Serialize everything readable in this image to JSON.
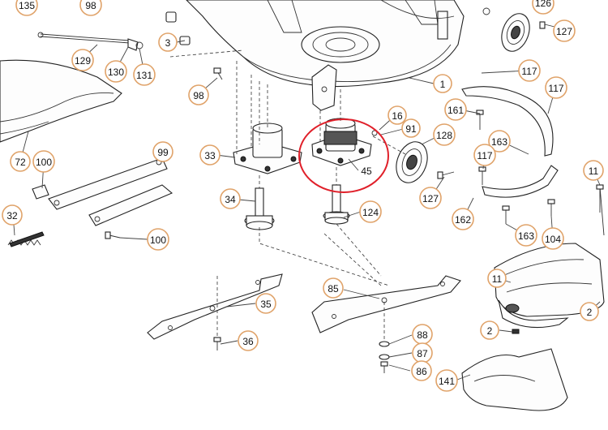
{
  "diagram": {
    "callouts": [
      {
        "id": "c135a",
        "label": "135"
      },
      {
        "id": "c98a",
        "label": "98"
      },
      {
        "id": "c3",
        "label": "3"
      },
      {
        "id": "c126",
        "label": "126"
      },
      {
        "id": "c127a",
        "label": "127"
      },
      {
        "id": "c129",
        "label": "129"
      },
      {
        "id": "c130",
        "label": "130"
      },
      {
        "id": "c131",
        "label": "131"
      },
      {
        "id": "c98b",
        "label": "98"
      },
      {
        "id": "c1",
        "label": "1"
      },
      {
        "id": "c117a",
        "label": "117"
      },
      {
        "id": "c117b",
        "label": "117"
      },
      {
        "id": "c161",
        "label": "161"
      },
      {
        "id": "c16",
        "label": "16"
      },
      {
        "id": "c91",
        "label": "91"
      },
      {
        "id": "c128",
        "label": "128"
      },
      {
        "id": "c163a",
        "label": "163"
      },
      {
        "id": "c117c",
        "label": "117"
      },
      {
        "id": "c72",
        "label": "72"
      },
      {
        "id": "c100a",
        "label": "100"
      },
      {
        "id": "c99",
        "label": "99"
      },
      {
        "id": "c33",
        "label": "33"
      },
      {
        "id": "c45",
        "label": "45"
      },
      {
        "id": "c11a",
        "label": "11"
      },
      {
        "id": "c127b",
        "label": "127"
      },
      {
        "id": "c34",
        "label": "34"
      },
      {
        "id": "c124",
        "label": "124"
      },
      {
        "id": "c162",
        "label": "162"
      },
      {
        "id": "c163b",
        "label": "163"
      },
      {
        "id": "c104",
        "label": "104"
      },
      {
        "id": "c32",
        "label": "32"
      },
      {
        "id": "c100b",
        "label": "100"
      },
      {
        "id": "c11b",
        "label": "11"
      },
      {
        "id": "c35",
        "label": "35"
      },
      {
        "id": "c85",
        "label": "85"
      },
      {
        "id": "c2a",
        "label": "2"
      },
      {
        "id": "c2b",
        "label": "2"
      },
      {
        "id": "c88",
        "label": "88"
      },
      {
        "id": "c87",
        "label": "87"
      },
      {
        "id": "c36",
        "label": "36"
      },
      {
        "id": "c86",
        "label": "86"
      },
      {
        "id": "c141",
        "label": "141"
      }
    ],
    "plain_labels": [
      {
        "id": "p45",
        "label": "45"
      }
    ],
    "colors": {
      "callout_ring": "#e0a36a",
      "highlight_ring": "#e0202a",
      "line": "#222222"
    }
  }
}
